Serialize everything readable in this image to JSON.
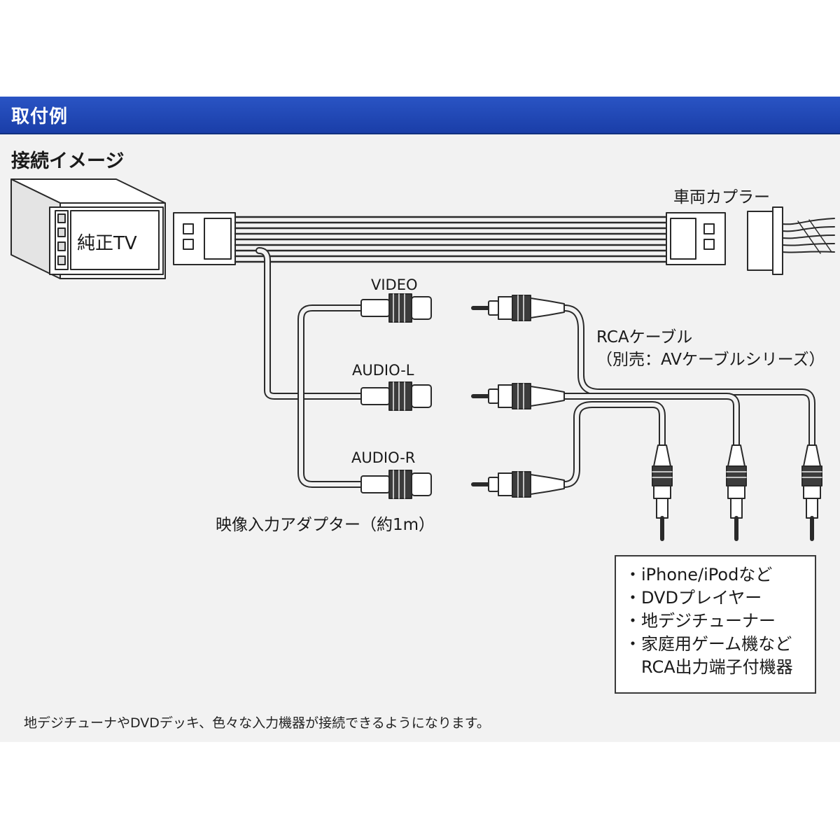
{
  "header": {
    "title": "取付例"
  },
  "section": {
    "subtitle": "接続イメージ"
  },
  "diagram": {
    "tv_label": "純正TV",
    "coupler_label": "車両カプラー",
    "connectors": {
      "video": "VIDEO",
      "audio_l": "AUDIO-L",
      "audio_r": "AUDIO-R"
    },
    "rca_cable": {
      "label": "RCAケーブル",
      "sub_label": "（別売：AVケーブルシリーズ）"
    },
    "adapter_label": "映像入力アダプター（約1m）"
  },
  "devices": {
    "lines": [
      "・iPhone/iPodなど",
      "・DVDプレイヤー",
      "・地デジチューナー",
      "・家庭用ゲーム機など",
      "　RCA出力端子付機器"
    ]
  },
  "footnote": "地デジチューナやDVDデッキ、色々な入力機器が接続できるようになります。",
  "colors": {
    "header_bg": "#1f46b3",
    "panel_bg": "#f2f2f2",
    "line": "#2a2a2a"
  }
}
